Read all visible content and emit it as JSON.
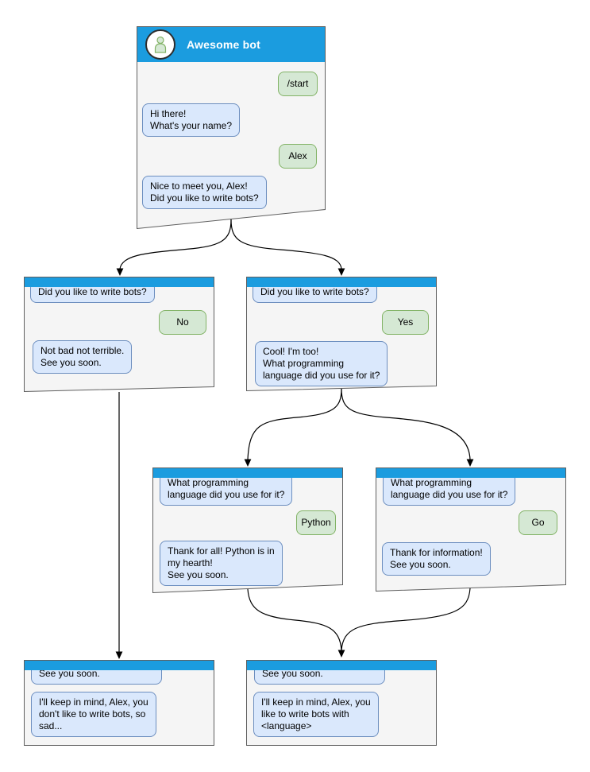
{
  "colors": {
    "header_blue": "#1b9cdf",
    "window_fill": "#f5f5f5",
    "window_stroke": "#5f5f5f",
    "bot_bubble_fill": "#dae8fc",
    "bot_bubble_stroke": "#6c8ebf",
    "user_bubble_fill": "#d5e8d4",
    "user_bubble_stroke": "#82b366",
    "arrow_color": "#000000"
  },
  "windows": [
    {
      "id": "start",
      "title": "Awesome bot",
      "messages": [
        {
          "from": "user",
          "text": "/start"
        },
        {
          "from": "bot",
          "text": "Hi there!\nWhat's your name?"
        },
        {
          "from": "user",
          "text": "Alex"
        },
        {
          "from": "bot",
          "text": "Nice to meet you, Alex!\nDid you like to write bots?"
        }
      ]
    },
    {
      "id": "branch-no",
      "messages": [
        {
          "from": "bot",
          "text": "Did you like to write bots?"
        },
        {
          "from": "user",
          "text": "No"
        },
        {
          "from": "bot",
          "text": "Not bad not terrible.\nSee you soon."
        }
      ]
    },
    {
      "id": "branch-yes",
      "messages": [
        {
          "from": "bot",
          "text": "Did you like to write bots?"
        },
        {
          "from": "user",
          "text": "Yes"
        },
        {
          "from": "bot",
          "text": "Cool! I'm too!\nWhat programming\nlanguage did you use for it?"
        }
      ]
    },
    {
      "id": "lang-python",
      "messages": [
        {
          "from": "bot",
          "text": "What programming\nlanguage did you use for it?"
        },
        {
          "from": "user",
          "text": "Python"
        },
        {
          "from": "bot",
          "text": "Thank for all! Python is in\nmy hearth!\nSee you soon."
        }
      ]
    },
    {
      "id": "lang-go",
      "messages": [
        {
          "from": "bot",
          "text": "What programming\nlanguage did you use for it?"
        },
        {
          "from": "user",
          "text": "Go"
        },
        {
          "from": "bot",
          "text": "Thank for information!\nSee you soon."
        }
      ]
    },
    {
      "id": "end-no",
      "messages": [
        {
          "from": "bot",
          "text": "See you soon."
        },
        {
          "from": "bot",
          "text": "I'll keep in mind, Alex, you\ndon't like to write bots, so\nsad..."
        }
      ]
    },
    {
      "id": "end-yes",
      "messages": [
        {
          "from": "bot",
          "text": "See you soon."
        },
        {
          "from": "bot",
          "text": "I'll keep in mind, Alex, you\nlike to write bots with\n<language>"
        }
      ]
    }
  ],
  "edges": [
    {
      "from": "start",
      "to": "branch-no"
    },
    {
      "from": "start",
      "to": "branch-yes"
    },
    {
      "from": "branch-no",
      "to": "end-no"
    },
    {
      "from": "branch-yes",
      "to": "lang-python"
    },
    {
      "from": "branch-yes",
      "to": "lang-go"
    },
    {
      "from": "lang-python",
      "to": "end-yes"
    },
    {
      "from": "lang-go",
      "to": "end-yes"
    }
  ]
}
